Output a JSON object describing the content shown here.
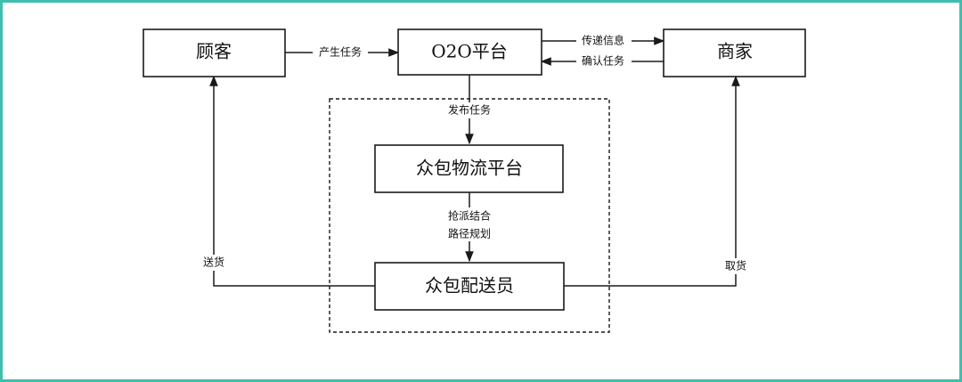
{
  "colors": {
    "frame_border": "#3fbfad",
    "stroke": "#1a1a1a",
    "text": "#111111"
  },
  "nodes": {
    "customer": "顾客",
    "o2o_platform": "O2O平台",
    "merchant": "商家",
    "crowd_platform": "众包物流平台",
    "courier": "众包配送员"
  },
  "edges": {
    "generate_task": "产生任务",
    "pass_info": "传递信息",
    "confirm_task": "确认任务",
    "publish_task": "发布任务",
    "grab_assign_line1": "抢派结合",
    "grab_assign_line2": "路径规划",
    "deliver": "送货",
    "pickup": "取货"
  }
}
